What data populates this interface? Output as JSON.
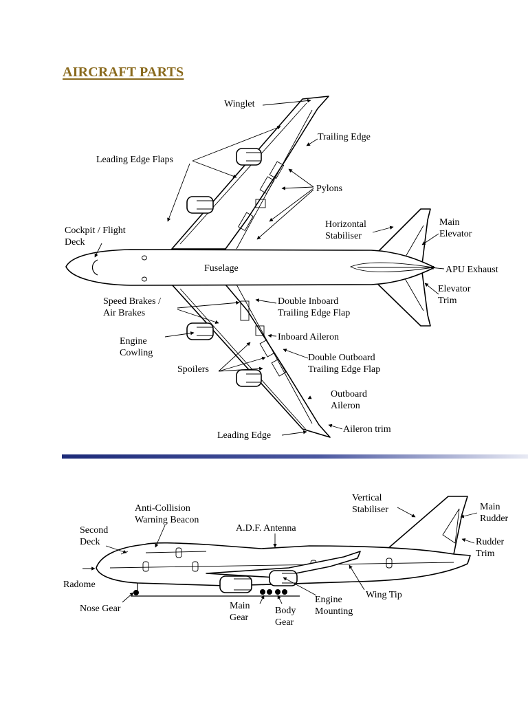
{
  "title": "AIRCRAFT PARTS",
  "top_view": {
    "winglet": "Winglet",
    "trailing_edge": "Trailing Edge",
    "leading_edge_flaps": "Leading Edge Flaps",
    "pylons": "Pylons",
    "cockpit": [
      "Cockpit / Flight",
      "Deck"
    ],
    "horizontal_stabiliser": [
      "Horizontal",
      "Stabiliser"
    ],
    "main_elevator": [
      "Main",
      "Elevator"
    ],
    "fuselage": "Fuselage",
    "apu_exhaust": "APU Exhaust",
    "speed_brakes": [
      "Speed Brakes /",
      "Air Brakes"
    ],
    "double_inboard_flap": [
      "Double Inboard",
      "Trailing Edge Flap"
    ],
    "elevator_trim": [
      "Elevator",
      "Trim"
    ],
    "engine_cowling": [
      "Engine",
      "Cowling"
    ],
    "inboard_aileron": "Inboard Aileron",
    "double_outboard_flap": [
      "Double Outboard",
      "Trailing Edge Flap"
    ],
    "spoilers": "Spoilers",
    "outboard_aileron": [
      "Outboard",
      "Aileron"
    ],
    "aileron_trim": "Aileron trim",
    "leading_edge": "Leading Edge"
  },
  "side_view": {
    "vertical_stabiliser": [
      "Vertical",
      "Stabiliser"
    ],
    "main_rudder": [
      "Main",
      "Rudder"
    ],
    "anti_collision": [
      "Anti-Collision",
      "Warning Beacon"
    ],
    "second_deck": [
      "Second",
      "Deck"
    ],
    "adf_antenna": "A.D.F. Antenna",
    "rudder_trim": [
      "Rudder",
      "Trim"
    ],
    "radome": "Radome",
    "wing_tip": "Wing Tip",
    "engine_mounting": [
      "Engine",
      "Mounting"
    ],
    "nose_gear": "Nose Gear",
    "main_gear": [
      "Main",
      "Gear"
    ],
    "body_gear": [
      "Body",
      "Gear"
    ]
  },
  "colors": {
    "title": "#8a6a1e",
    "divider_dark": "#1c2a78",
    "divider_light": "#e8eaf4"
  }
}
